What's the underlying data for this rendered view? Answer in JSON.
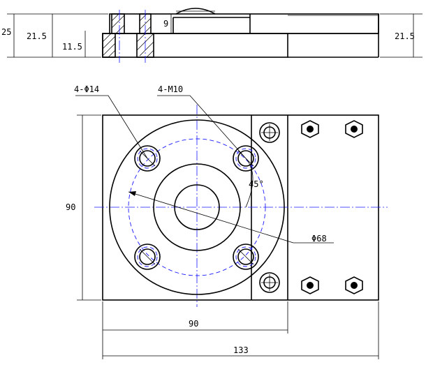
{
  "dimensions": {
    "side_total_height": "25",
    "side_height_left": "21.5",
    "side_lower_height": "11.5",
    "side_step": "9",
    "side_height_right": "21.5",
    "hole_through": "4-Φ14",
    "hole_threaded": "4-M10",
    "angle": "45°",
    "bolt_circle": "Φ68",
    "height": "90",
    "width_square": "90",
    "width_total": "133"
  }
}
